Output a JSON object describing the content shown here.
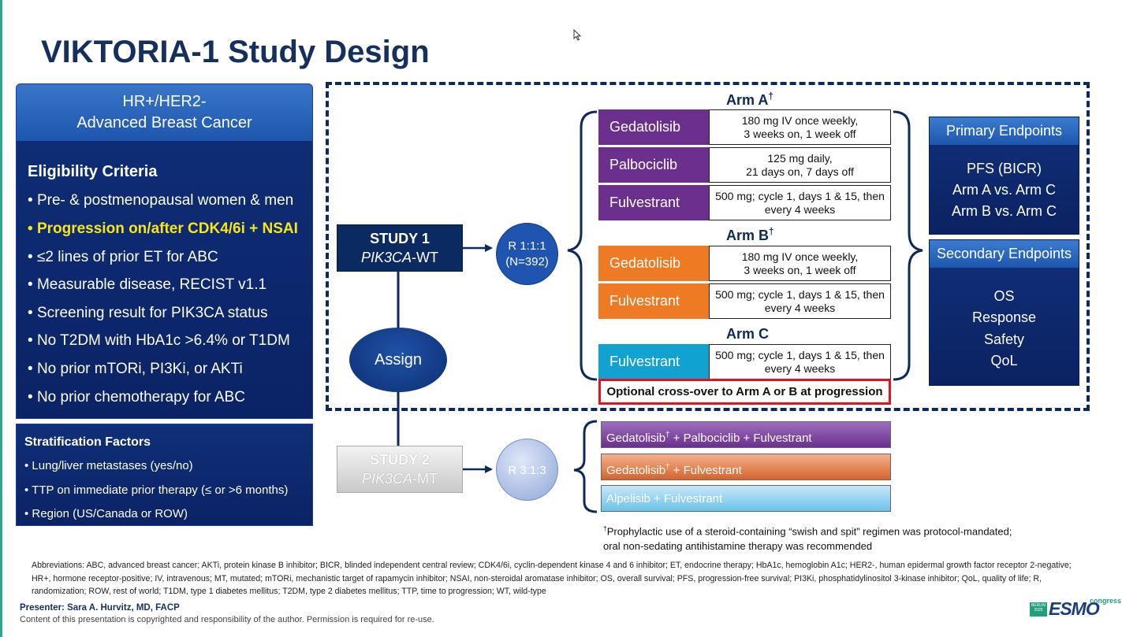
{
  "title": "VIKTORIA-1 Study Design",
  "eligibility": {
    "header_line1": "HR+/HER2-",
    "header_line2": "Advanced Breast Cancer",
    "title": "Eligibility Criteria",
    "items": [
      "Pre- & postmenopausal women & men",
      "Progression on/after CDK4/6i + NSAI",
      "≤2 lines of prior ET for ABC",
      "Measurable disease, RECIST v1.1",
      "Screening result for PIK3CA status",
      "No T2DM with HbA1c >6.4% or T1DM",
      "No prior mTORi, PI3Ki, or AKTi",
      "No prior chemotherapy for ABC"
    ]
  },
  "stratification": {
    "title": "Stratification Factors",
    "items": [
      "Lung/liver metastases (yes/no)",
      "TTP on immediate prior therapy (≤ or >6 months)",
      "Region (US/Canada or ROW)"
    ]
  },
  "study1": {
    "line1": "STUDY 1",
    "gene": "PIK3CA",
    "suffix": "-WT"
  },
  "study2": {
    "line1": "STUDY 2",
    "gene": "PIK3CA",
    "suffix": "-MT"
  },
  "assign_label": "Assign",
  "rand1": {
    "ratio": "R 1:1:1",
    "n": "(N=392)"
  },
  "rand2": {
    "ratio": "R 3:1:3"
  },
  "arms": {
    "a_label": "Arm A",
    "b_label": "Arm B",
    "c_label": "Arm C",
    "dagger": "†",
    "rows": [
      {
        "drug": "Gedatolisib",
        "dose1": "180 mg IV once weekly,",
        "dose2": "3 weeks on, 1 week off",
        "color": "#6b2f8e"
      },
      {
        "drug": "Palbociclib",
        "dose1": "125 mg daily,",
        "dose2": "21 days on, 7 days off",
        "color": "#6b2f8e"
      },
      {
        "drug": "Fulvestrant",
        "dose1": "500 mg; cycle 1, days 1 & 15, then",
        "dose2": "every 4 weeks",
        "color": "#6b2f8e"
      },
      {
        "drug": "Gedatolisib",
        "dose1": "180 mg IV once weekly,",
        "dose2": "3 weeks on, 1 week off",
        "color": "#ee7a24"
      },
      {
        "drug": "Fulvestrant",
        "dose1": "500 mg; cycle 1, days 1 & 15, then",
        "dose2": "every 4 weeks",
        "color": "#ee7a24"
      },
      {
        "drug": "Fulvestrant",
        "dose1": "500 mg; cycle 1, days 1 & 15, then",
        "dose2": "every 4 weeks",
        "color": "#12a2d1"
      }
    ],
    "crossover": "Optional cross-over to Arm A or B at progression"
  },
  "study2_arms": {
    "arm1_a": "Gedatolisib",
    "arm1_b": " + Palbociclib + Fulvestrant",
    "arm2_a": "Gedatolisib",
    "arm2_b": " + Fulvestrant",
    "arm3": "Alpelisib + Fulvestrant"
  },
  "primary_endpoints": {
    "title": "Primary Endpoints",
    "items": [
      "PFS (BICR)",
      "Arm A vs. Arm C",
      "Arm B vs. Arm C"
    ]
  },
  "secondary_endpoints": {
    "title": "Secondary Endpoints",
    "items": [
      "OS",
      "Response",
      "Safety",
      "QoL"
    ]
  },
  "footnote": {
    "line1": "Prophylactic use of a steroid-containing “swish and spit” regimen was protocol-mandated;",
    "line2": "oral non-sedating antihistamine therapy was recommended"
  },
  "abbreviations": "Abbreviations: ABC, advanced breast cancer; AKTi, protein kinase B inhibitor; BICR, blinded independent central review; CDK4/6i, cyclin-dependent kinase 4 and 6 inhibitor; ET, endocrine therapy; HbA1c, hemoglobin A1c; HER2-, human epidermal growth factor receptor 2-negative; HR+, hormone receptor-positive; IV, intravenous; MT, mutated; mTORi, mechanistic target of rapamycin inhibitor; NSAI, non-steroidal aromatase inhibitor; OS, overall survival; PFS, progression-free survival; PI3Ki, phosphatidylinositol 3-kinase inhibitor; QoL, quality of life; R, randomization; ROW, rest of world; T1DM, type 1 diabetes mellitus; T2DM, type 2 diabetes mellitus; TTP, time to progression; WT, wild-type",
  "presenter": "Presenter: Sara A. Hurvitz, MD, FACP",
  "copyright": "Content of this presentation is copyrighted and responsibility of the author. Permission is required for re-use.",
  "logo": {
    "city": "BERLIN 2025",
    "word": "ESMO",
    "congress": "congress"
  },
  "icons": {
    "cursor": "mouse-pointer-icon"
  },
  "colors": {
    "title": "#16305e",
    "navy": "#0b2366",
    "highlight_yellow": "#f7e61b",
    "arm_a": "#6b2f8e",
    "arm_b": "#ee7a24",
    "arm_c": "#12a2d1",
    "crossover_border": "#e0141e",
    "esmo_green": "#22a07a"
  }
}
